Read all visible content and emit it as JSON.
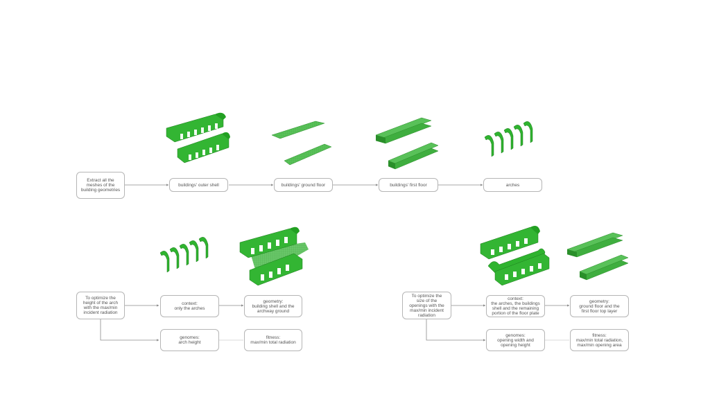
{
  "colors": {
    "accent_green": "#2fb32f",
    "dark_green": "#1d7a1d",
    "line": "#8a8a8a",
    "box_border": "#b5b5b5"
  },
  "row1": {
    "source": "Extract all the\nmeshes of the\nbuilding geometries",
    "steps": [
      "buildings' outer shell",
      "buildings' ground floor",
      "buildings' first floor",
      "arches"
    ]
  },
  "row2": {
    "objective": "To optimize the\nheight of the arch\nwith the max/min\nincident radiation",
    "context": "context:\nonly the arches",
    "geometry": "geometry:\nbuilding shell and the\narchway ground",
    "genomes": "genomes:\narch height",
    "fitness": "fitness:\nmax/min total radiation"
  },
  "row3": {
    "objective": "To optimize the\nsize of the\nopenings with the\nmax/min incident\nradiation",
    "context": "context:\nthe arches, the buildings\nshell and the remaining\nportion of the floor plate",
    "geometry": "geometry:\nground floor and the\nfirst floor top layer",
    "genomes": "genomes:\nopening width and\nopening height",
    "fitness": "fitness:\nmax/min total radiation,\nmax/min opening area"
  }
}
